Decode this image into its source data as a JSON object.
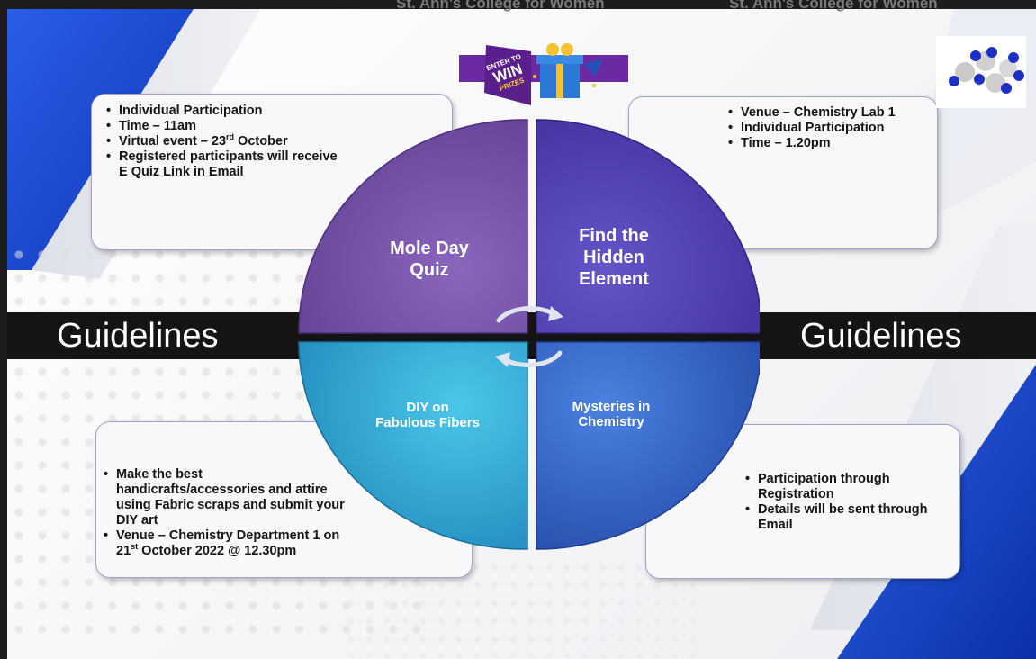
{
  "header": {
    "faded_title_left": "St. Ann's College for Women",
    "faded_title_right": "St. Ann's College for Women"
  },
  "badge": {
    "line1": "ENTER TO",
    "line2": "WIN",
    "line3": "PRIZES"
  },
  "guidelines": {
    "left": "Guidelines",
    "right": "Guidelines"
  },
  "quadrants": {
    "top_left": {
      "lines": [
        "Mole Day",
        "Quiz"
      ]
    },
    "top_right": {
      "lines": [
        "Find the",
        "Hidden",
        "Element"
      ]
    },
    "bottom_left": {
      "lines": [
        "DIY on",
        "Fabulous Fibers"
      ]
    },
    "bottom_right": {
      "lines": [
        "Mysteries in",
        "Chemistry"
      ]
    }
  },
  "boxes": {
    "top_left": {
      "items": [
        "Individual Participation",
        "Time – 11am",
        {
          "pre": "Virtual event – 23",
          "sup": "rd",
          "post": " October"
        },
        "Registered participants will receive E Quiz  Link in Email"
      ]
    },
    "top_right": {
      "items": [
        "Venue – Chemistry Lab 1",
        "Individual Participation",
        "Time – 1.20pm"
      ]
    },
    "bottom_left": {
      "items": [
        "Make the best handicrafts/accessories and attire   using Fabric scraps and submit your DIY art",
        {
          "pre": "Venue – Chemistry Department 1 on 21",
          "sup": "st",
          "post": " October 2022 @ 12.30pm"
        }
      ]
    },
    "bottom_right": {
      "items": [
        "Participation through Registration",
        "Details will be sent through Email"
      ]
    }
  },
  "colors": {
    "quiz_purple": "#7a55ad",
    "hidden_indigo": "#5549b8",
    "diy_cyan": "#3fb8dc",
    "mystery_blue": "#3a6fcf",
    "band_black": "#141414",
    "brand_blue": "#1f4fd1"
  }
}
